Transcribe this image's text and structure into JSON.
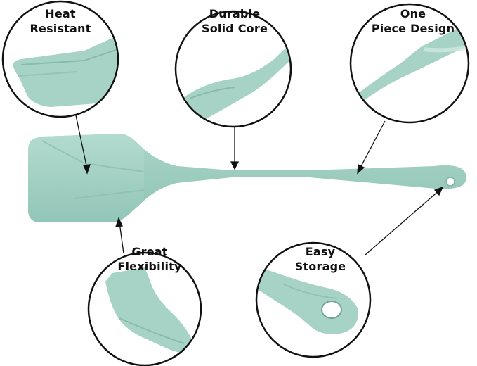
{
  "colors": {
    "silicone": "#9dcdc0",
    "silicone_shade": "#86b9aa",
    "silicone_light": "#b8ddd2",
    "outline": "#111111",
    "background": "#ffffff"
  },
  "features": [
    {
      "id": "heat-resistant",
      "lines": [
        "Heat",
        "Resistant"
      ]
    },
    {
      "id": "durable-solid-core",
      "lines": [
        "Durable",
        "Solid Core"
      ]
    },
    {
      "id": "one-piece-design",
      "lines": [
        "One",
        "Piece Design"
      ]
    },
    {
      "id": "great-flexibility",
      "lines": [
        "Great",
        "Flexibility"
      ]
    },
    {
      "id": "easy-storage",
      "lines": [
        "Easy",
        "Storage"
      ]
    }
  ]
}
